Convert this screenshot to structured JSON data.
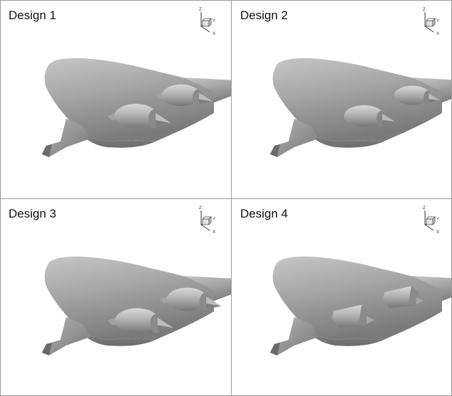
{
  "panels": [
    {
      "title": "Design 1",
      "engine": "pod",
      "axes": {
        "z": "Z",
        "y": "Y",
        "x": "X"
      }
    },
    {
      "title": "Design 2",
      "engine": "pod-integrated",
      "axes": {
        "z": "Z",
        "y": "Y",
        "x": "X"
      }
    },
    {
      "title": "Design 3",
      "engine": "pod-long-pylon",
      "axes": {
        "z": "Z",
        "y": "Y",
        "x": "X"
      }
    },
    {
      "title": "Design 4",
      "engine": "box",
      "axes": {
        "z": "Z",
        "y": "Y",
        "x": "X"
      }
    }
  ],
  "colors": {
    "surface": "#9e9e9e",
    "border": "#9a9a9a",
    "background": "#ffffff"
  }
}
